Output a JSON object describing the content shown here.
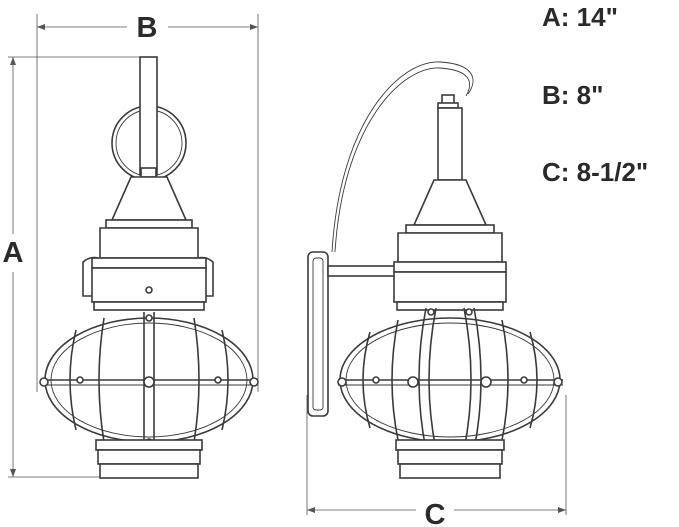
{
  "dimension_labels": {
    "a": "A",
    "b": "B",
    "c": "C"
  },
  "specs": [
    {
      "letter": "A:",
      "value": "14\""
    },
    {
      "letter": "B:",
      "value": "8\""
    },
    {
      "letter": "C:",
      "value": "8-1/2\""
    }
  ]
}
